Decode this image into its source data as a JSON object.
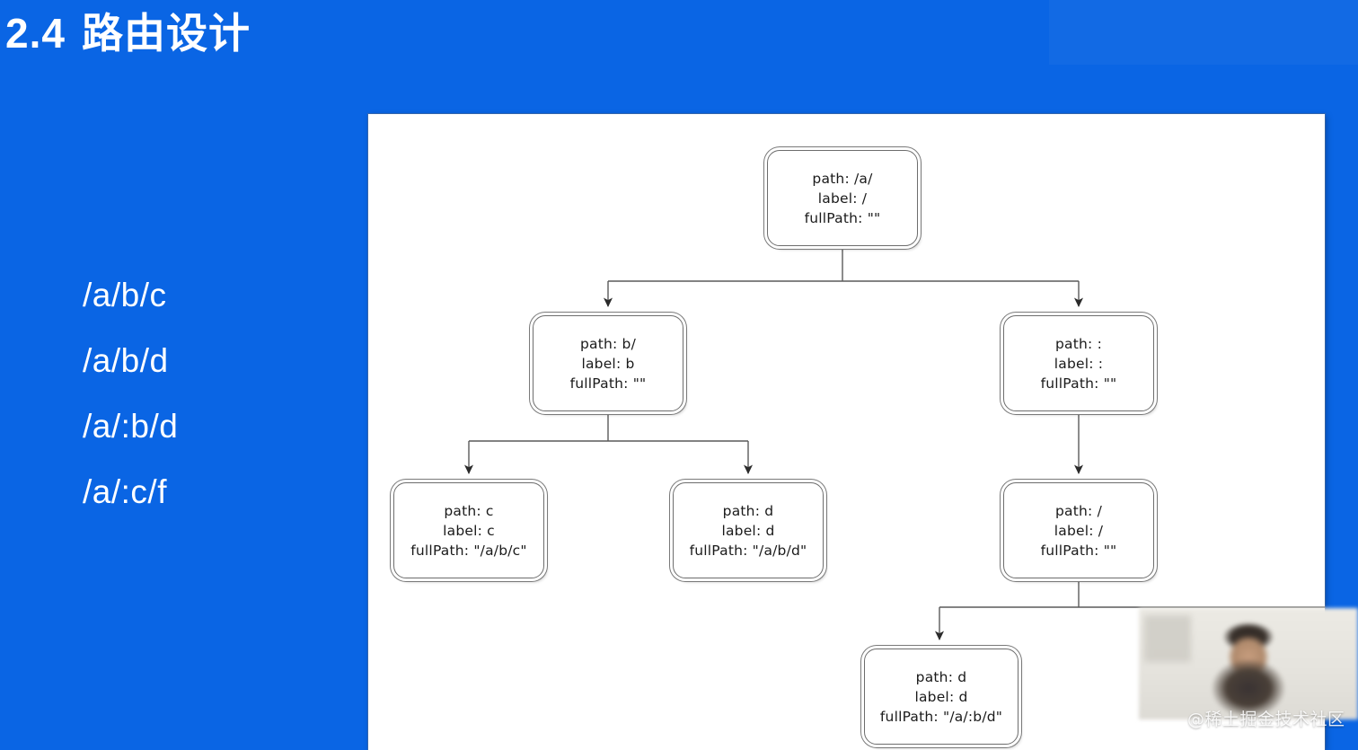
{
  "slide": {
    "title_number": "2.4",
    "title_text": "路由设计",
    "background_color": "#0a65e4",
    "panel_background": "#ffffff"
  },
  "path_list": {
    "items": [
      {
        "label": "/a/b/c"
      },
      {
        "label": "/a/b/d"
      },
      {
        "label": "/a/:b/d"
      },
      {
        "label": "/a/:c/f"
      }
    ]
  },
  "diagram": {
    "nodes": [
      {
        "id": "root",
        "path_line": "path: /a/",
        "label_line": "label: /",
        "fullpath_line": "fullPath: \"\""
      },
      {
        "id": "b",
        "path_line": "path: b/",
        "label_line": "label: b",
        "fullpath_line": "fullPath: \"\""
      },
      {
        "id": "colon",
        "path_line": "path: :",
        "label_line": "label: :",
        "fullpath_line": "fullPath: \"\""
      },
      {
        "id": "c",
        "path_line": "path: c",
        "label_line": "label: c",
        "fullpath_line": "fullPath: \"/a/b/c\""
      },
      {
        "id": "d1",
        "path_line": "path: d",
        "label_line": "label: d",
        "fullpath_line": "fullPath: \"/a/b/d\""
      },
      {
        "id": "slash",
        "path_line": "path: /",
        "label_line": "label: /",
        "fullpath_line": "fullPath: \"\""
      },
      {
        "id": "d2",
        "path_line": "path: d",
        "label_line": "label: d",
        "fullpath_line": "fullPath: \"/a/:b/d\""
      }
    ],
    "edge_color": "#5a5a5a"
  },
  "overlay": {
    "watermark_text": "@稀土掘金技术社区"
  }
}
